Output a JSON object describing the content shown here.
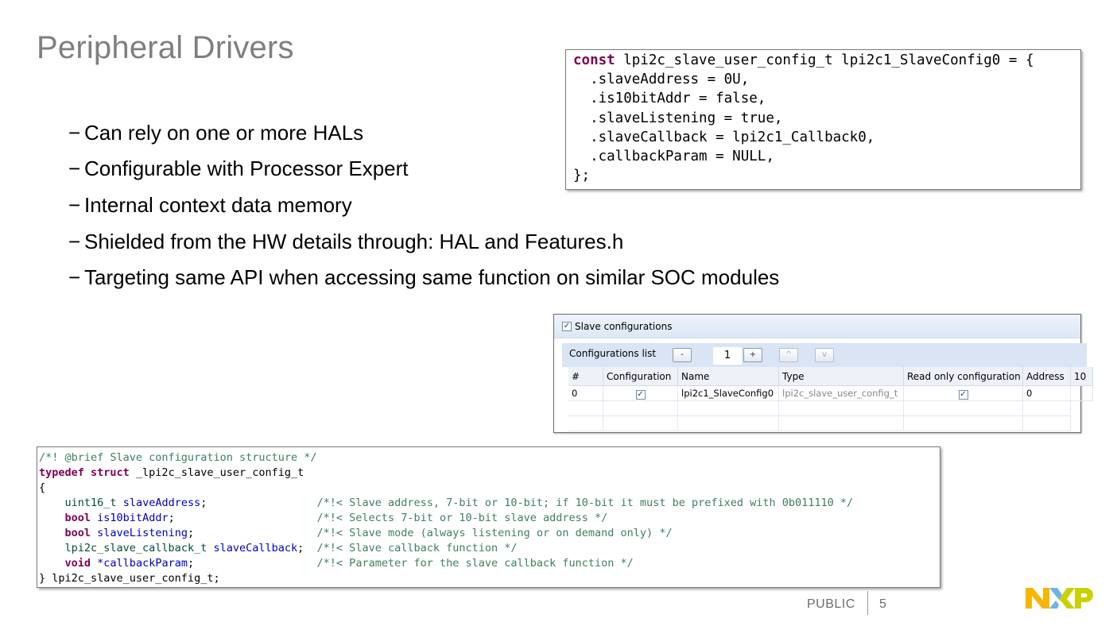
{
  "title": "Peripheral Drivers",
  "bullets": [
    "Can rely on one or more HALs",
    "Configurable with Processor Expert",
    "Internal context data memory",
    "Shielded from the HW details through: HAL and Features.h",
    "Targeting same API when accessing same function on similar SOC modules"
  ],
  "bullet_dash": "−",
  "code_config": {
    "keyword": "const",
    "line1_rest": " lpi2c_slave_user_config_t lpi2c1_SlaveConfig0 = {",
    "lines": [
      "  .slaveAddress = 0U,",
      "  .is10bitAddr = false,",
      "  .slaveListening = true,",
      "  .slaveCallback = lpi2c1_Callback0,",
      "  .callbackParam = NULL,",
      "};"
    ]
  },
  "config_panel": {
    "slave_checkbox_label": "Slave configurations",
    "slave_checked": true,
    "list_label": "Configurations list",
    "minus_label": "-",
    "count_value": "1",
    "plus_label": "+",
    "up_label": "^",
    "down_label": "v",
    "columns": [
      "#",
      "Configuration",
      "Name",
      "Type",
      "Read only configuration",
      "Address",
      "10"
    ],
    "rows": [
      {
        "index": "0",
        "configuration_checked": true,
        "name": "lpi2c1_SlaveConfig0",
        "type": "lpi2c_slave_user_config_t",
        "read_only_checked": true,
        "address": "0"
      }
    ]
  },
  "code_struct": {
    "comment_header": "/*! @brief Slave configuration structure */",
    "typedef_kw": "typedef struct",
    "typedef_name": " _lpi2c_slave_user_config_t",
    "open_brace": "{",
    "members": [
      {
        "type": "uint16_t",
        "type_is_kw": false,
        "name": "slaveAddress",
        "pad": "                 ",
        "comment": "/*!< Slave address, 7-bit or 10-bit; if 10-bit it must be prefixed with 0b011110 */"
      },
      {
        "type": "bool",
        "type_is_kw": true,
        "name": "is10bitAddr",
        "pad": "                      ",
        "comment": "/*!< Selects 7-bit or 10-bit slave address */"
      },
      {
        "type": "bool",
        "type_is_kw": true,
        "name": "slaveListening",
        "pad": "                   ",
        "comment": "/*!< Slave mode (always listening or on demand only) */"
      },
      {
        "type": "lpi2c_slave_callback_t",
        "type_is_kw": false,
        "name": "slaveCallback",
        "pad": "  ",
        "comment": "/*!< Slave callback function */"
      },
      {
        "type": "void",
        "type_is_kw": true,
        "name": "*callbackParam",
        "pad": "                   ",
        "comment": "/*!< Parameter for the slave callback function */"
      }
    ],
    "close_line": "} lpi2c_slave_user_config_t;"
  },
  "footer": {
    "label": "PUBLIC",
    "page_number": "5"
  },
  "colors": {
    "title": "#7f7f7f",
    "keyword": "#7f0055",
    "comment": "#3f7f5f",
    "logo_yellow": "#f9b500",
    "logo_blue": "#6cb4e4",
    "logo_green": "#c9d200"
  },
  "logo_text": "NXP"
}
